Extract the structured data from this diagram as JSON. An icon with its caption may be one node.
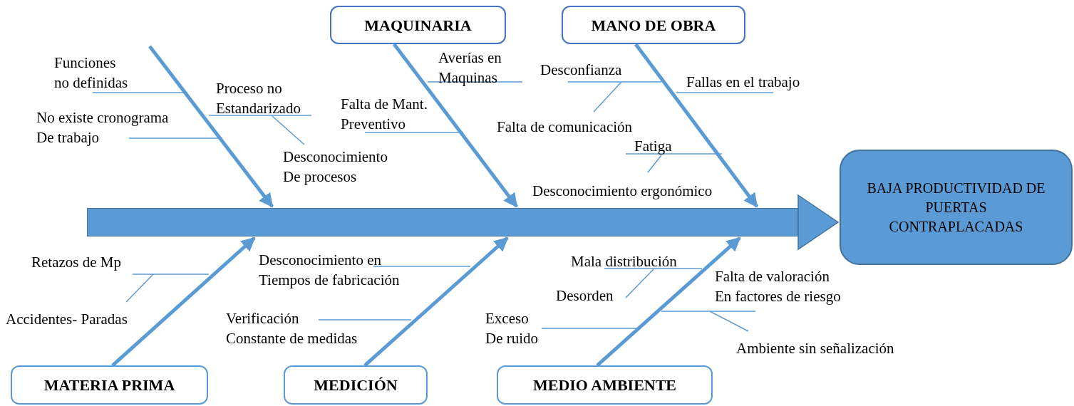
{
  "diagram": {
    "nodes": [
      {
        "text": [
          "MAQUINARIA"
        ]
      },
      {
        "text": [
          "MANO DE OBRA"
        ]
      },
      {
        "text": [
          "BAJA PRODUCTIVIDAD DE PUERTAS CONTRAPLACADAS"
        ]
      },
      {
        "text": [],
        "shape": "bar"
      },
      {
        "text": [
          "MATERIA PRIMA"
        ]
      },
      {
        "text": [
          "MEDICIÓN"
        ]
      },
      {
        "text": [
          "MEDIO AMBIENTE"
        ]
      }
    ],
    "edges": [
      {
        "from": null,
        "to": 3,
        "arrow": "to"
      },
      {
        "from": 0,
        "to": 3,
        "arrow": "to"
      },
      {
        "from": 1,
        "to": 3,
        "arrow": "to"
      },
      {
        "from": 3,
        "to": 2,
        "arrow": "to",
        "style": "thick"
      },
      {
        "from": 4,
        "to": 3,
        "arrow": "to"
      },
      {
        "from": 5,
        "to": 3,
        "arrow": "to"
      },
      {
        "from": 6,
        "to": 3,
        "arrow": "to"
      }
    ],
    "labels": [
      "Funciones no definidas",
      "Proceso no Estandarizado",
      "No existe cronograma De trabajo",
      "Desconocimiento De procesos",
      "Averías en Maquinas",
      "Falta de Mant. Preventivo",
      "Desconfianza",
      "Falta de comunicación",
      "Fallas en el trabajo",
      "Fatiga",
      "Desconocimiento ergonómico",
      "Retazos de Mp",
      "Accidentes- Paradas",
      "Desconocimiento en Tiempos de fabricación",
      "Verificación Constante de medidas",
      "Exceso De ruido",
      "Mala distribución",
      "Desorden",
      "Falta de valoración En factores de riesgo",
      "Ambiente sin señalización"
    ]
  }
}
